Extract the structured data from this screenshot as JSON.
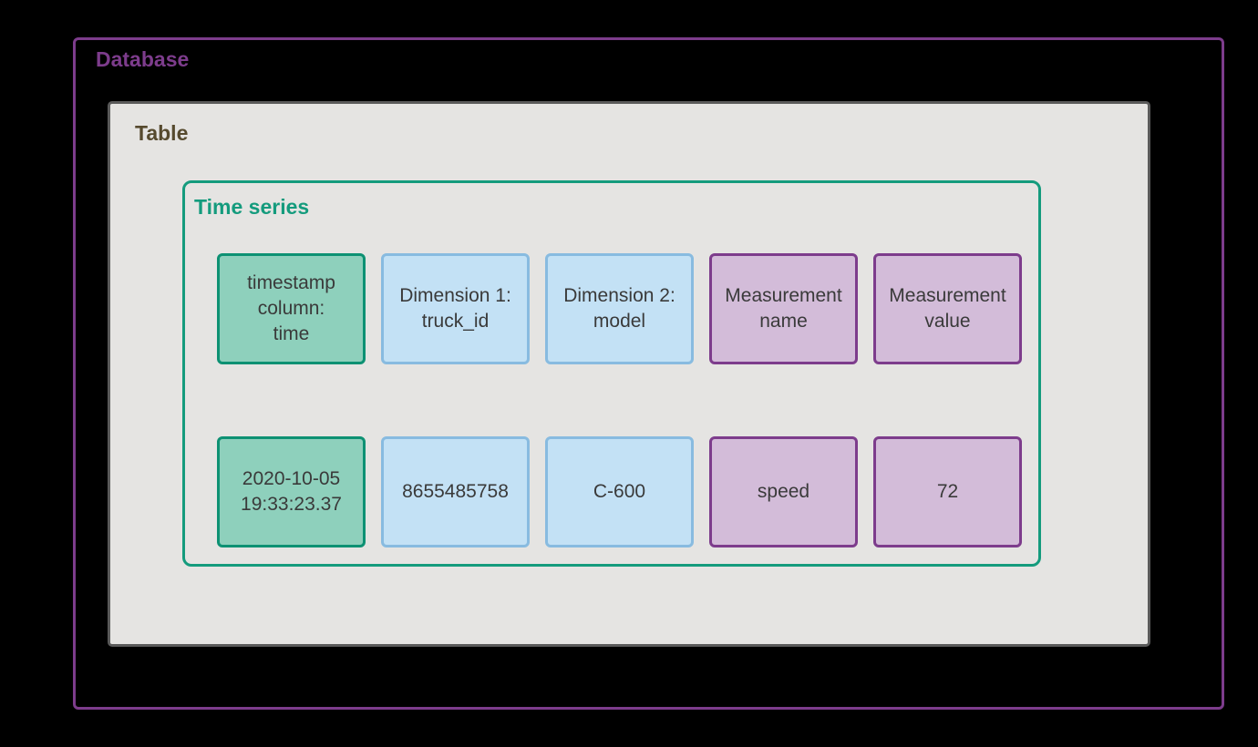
{
  "diagram": {
    "database": {
      "label": "Database"
    },
    "table": {
      "label": "Table"
    },
    "time_series": {
      "label": "Time series"
    },
    "columns": [
      {
        "role": "timestamp",
        "header": "timestamp\ncolumn:\ntime",
        "value": "2020-10-05\n19:33:23.37"
      },
      {
        "role": "dimension",
        "header": "Dimension 1:\ntruck_id",
        "value": "8655485758"
      },
      {
        "role": "dimension",
        "header": "Dimension 2:\nmodel",
        "value": "C-600"
      },
      {
        "role": "measurement",
        "header": "Measurement\nname",
        "value": "speed"
      },
      {
        "role": "measurement",
        "header": "Measurement\nvalue",
        "value": "72"
      }
    ],
    "colors": {
      "background": "#000000",
      "database_border": "#7d3c8c",
      "database_label": "#7d3c8c",
      "table_fill": "#e5e4e2",
      "table_border": "#5a5a5a",
      "table_label": "#564a2e",
      "time_series_border": "#149b7d",
      "time_series_label": "#149b7d",
      "timestamp_fill": "#8ed0bc",
      "timestamp_border": "#0d9173",
      "dimension_fill": "#c3e1f5",
      "dimension_border": "#88bbe0",
      "measurement_fill": "#d3bcd9",
      "measurement_border": "#7d3c8c",
      "cell_text": "#3a3a3a"
    }
  }
}
